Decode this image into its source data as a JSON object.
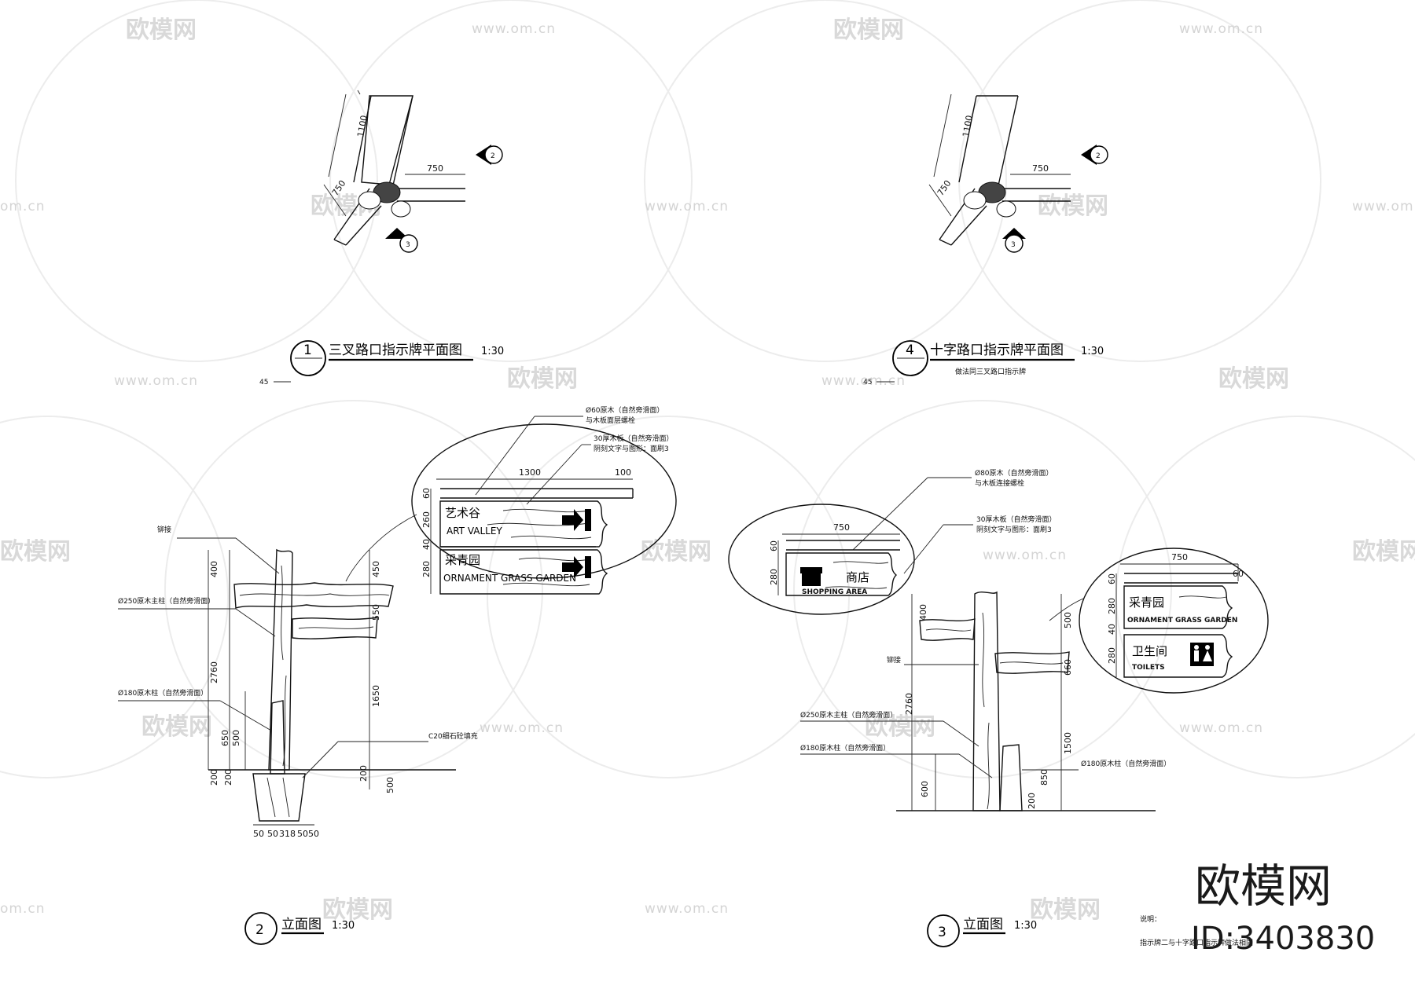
{
  "watermark": {
    "brand": "欧模网",
    "url": "www.om.cn",
    "url_short": "om.cn"
  },
  "corner_brand": {
    "name": "欧模网",
    "id": "ID:3403830"
  },
  "plans": [
    {
      "title": "三叉路口指示牌平面图",
      "scale": "1:30",
      "number": "1",
      "dims": {
        "arm_len": "1100",
        "branch": "750",
        "arm_short": "750"
      },
      "section_marks": [
        "2",
        "3"
      ],
      "sheet_ref": "45"
    },
    {
      "title": "十字路口指示牌平面图",
      "scale": "1:30",
      "number": "4",
      "dims": {
        "arm_len": "1100",
        "branch": "750",
        "arm_short": "750"
      },
      "section_marks": [
        "2",
        "3"
      ],
      "sheet_ref": "45",
      "subnote": "做法同三叉路口指示牌"
    }
  ],
  "elevations": [
    {
      "title": "立面图",
      "scale": "1:30",
      "number": "2",
      "signs": [
        {
          "cn": "艺术谷",
          "en": "ART VALLEY"
        },
        {
          "cn": "采青园",
          "en": "ORNAMENT GRASS GARDEN"
        }
      ],
      "callouts": {
        "top1": "Ø60原木（自然旁滑面）",
        "top1b": "与木板面层螺栓",
        "top2": "30厚木板（自然旁滑面）",
        "top2b": "阴刻文字与图形：面刷3",
        "post_big": "Ø250原木主柱（自然旁滑面）",
        "post_small": "Ø180原木柱（自然旁滑面）",
        "footing": "C20细石砼填充",
        "left_top": "铆接"
      },
      "dims": {
        "sign_w": "1300",
        "tip": "100",
        "board_top": "60",
        "board_h1": "260",
        "gap": "40",
        "board_h2": "280",
        "h_total": "2760",
        "h_top": "400",
        "h_up": "450",
        "h_mid": "550",
        "h_low": "1650",
        "h_a": "650",
        "h_b": "500",
        "h_c": "200",
        "h_d": "200",
        "h_e": "500",
        "foot": [
          "50",
          "50",
          "318",
          "50",
          "50"
        ]
      }
    },
    {
      "title": "立面图",
      "scale": "1:30",
      "number": "3",
      "signs": [
        {
          "cn": "商店",
          "en": "SHOPPING AREA"
        },
        {
          "cn": "采青园",
          "en": "ORNAMENT GRASS GARDEN"
        },
        {
          "cn": "卫生间",
          "en": "TOILETS"
        }
      ],
      "callouts": {
        "top1": "Ø80原木（自然旁滑面）",
        "top1b": "与木板连接螺栓",
        "top2": "30厚木板（自然旁滑面）",
        "top2b": "阴刻文字与图形：面刷3",
        "post_big": "Ø250原木主柱（自然旁滑面）",
        "post_small": "Ø180原木柱（自然旁滑面）",
        "post_small2": "Ø180原木柱（自然旁滑面）",
        "left_top": "铆接"
      },
      "dims": {
        "sign_w": "750",
        "board_top": "60",
        "board_h": "280",
        "sign_w2": "750",
        "board_top2": "60",
        "board_top2b": "60",
        "board_h2a": "280",
        "gap2": "40",
        "board_h2b": "280",
        "h_total": "2760",
        "h_top": "400",
        "h_up": "500",
        "h_mid": "660",
        "h_low": "1500",
        "h_a": "850",
        "h_b": "600",
        "h_c": "200"
      },
      "notes": {
        "label": "说明：",
        "text": "指示牌二与十字路口指示牌做法相同"
      }
    }
  ]
}
